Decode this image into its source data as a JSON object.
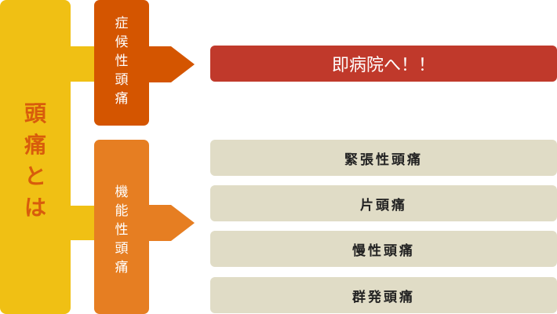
{
  "root": {
    "label": "頭痛とは",
    "chars": [
      "頭",
      "痛",
      "と",
      "は"
    ]
  },
  "categories": [
    {
      "label": "症候性頭痛",
      "chars": [
        "症",
        "候",
        "性",
        "頭",
        "痛"
      ],
      "color": "#d45500",
      "outcomes": [
        "即病院へ！！"
      ],
      "outcome_color": "#c0392b"
    },
    {
      "label": "機能性頭痛",
      "chars": [
        "機",
        "能",
        "性",
        "頭",
        "痛"
      ],
      "color": "#e67e22",
      "outcomes": [
        "緊張性頭痛",
        "片頭痛",
        "慢性頭痛",
        "群発頭痛"
      ],
      "outcome_color": "#e0dcc6"
    }
  ],
  "colors": {
    "root": "#f0c014",
    "root_text": "#d85c0c"
  }
}
